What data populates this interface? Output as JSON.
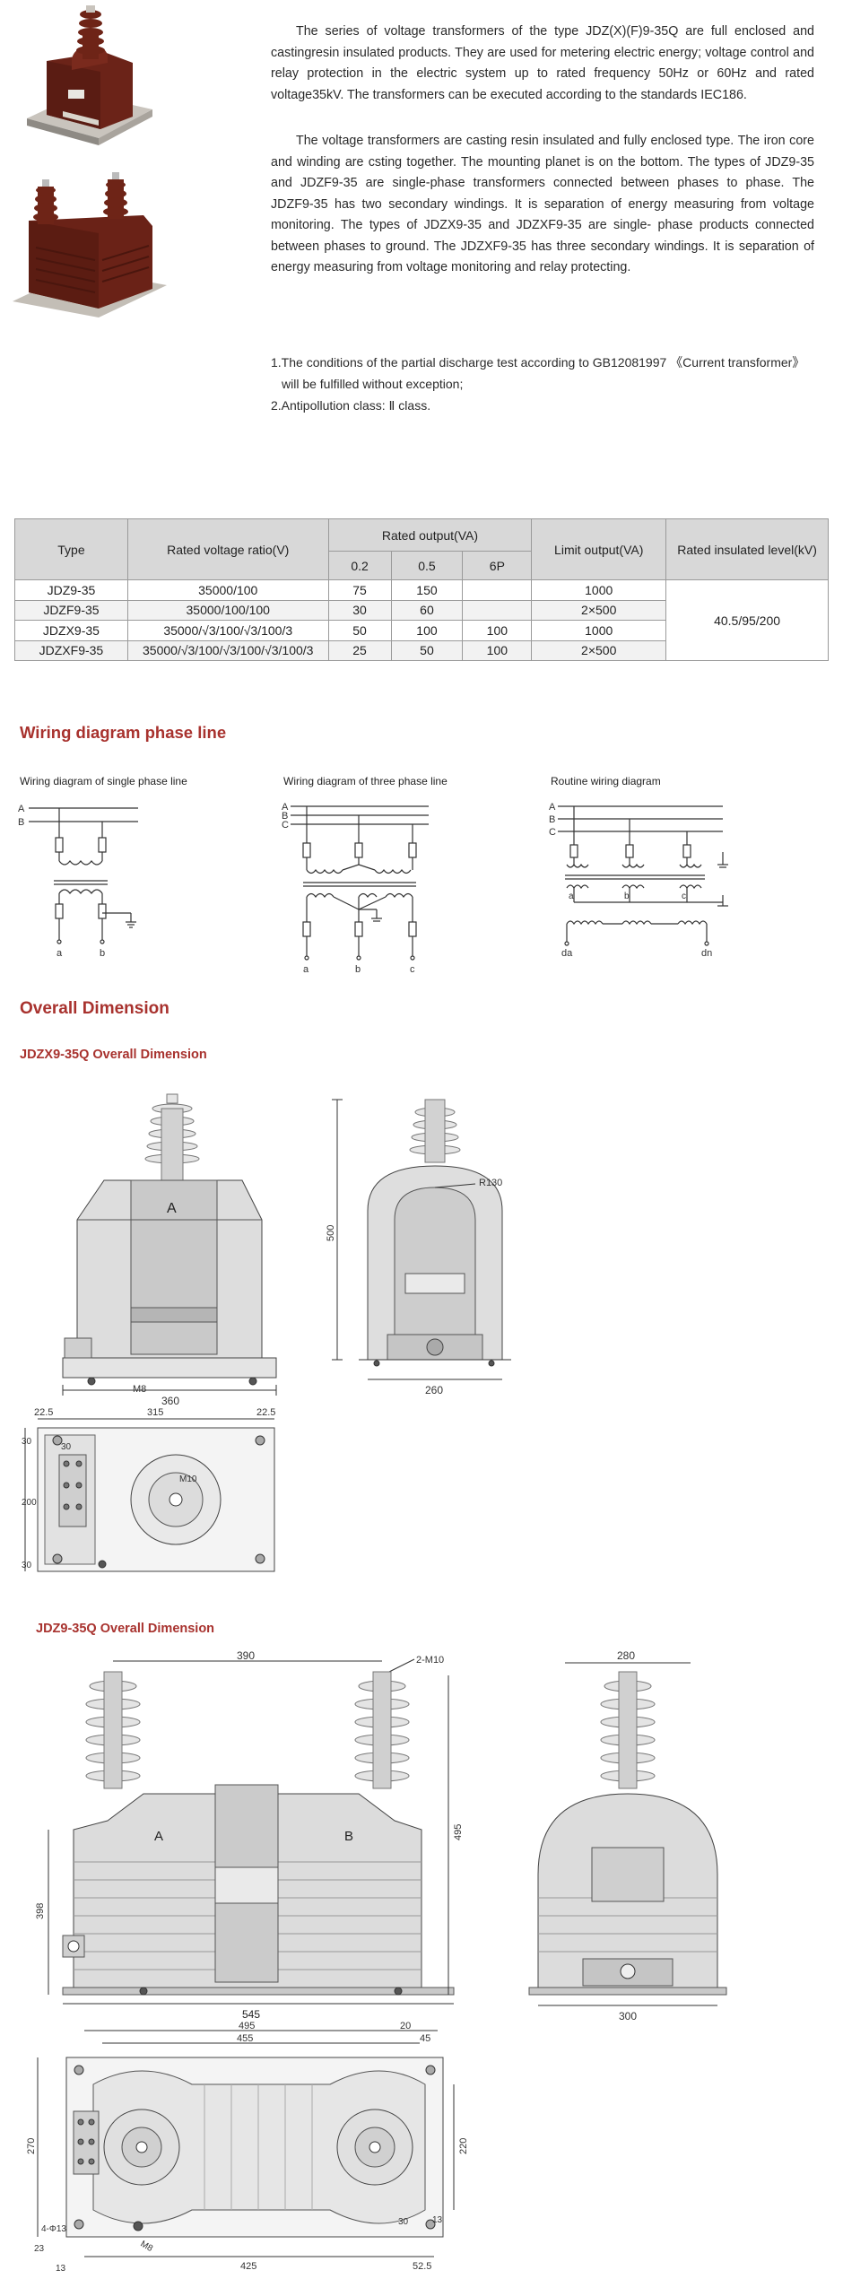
{
  "intro": {
    "para1": "The series of voltage transformers of the type JDZ(X)(F)9-35Q are full enclosed and castingresin insulated products. They are used for metering electric energy; voltage control and relay protection in the electric system up to rated frequency 50Hz or 60Hz and rated voltage35kV. The transformers can be executed according to the standards IEC186.",
    "para2": "The voltage transformers are casting resin insulated and fully enclosed type. The iron core and winding are csting together. The mounting planet is on the bottom. The types of JDZ9-35 and JDZF9-35 are single-phase transformers connected between phases to phase. The JDZF9-35 has two secondary windings. It is separation of energy measuring from voltage monitoring. The types of JDZX9-35 and JDZXF9-35 are single- phase products connected between phases to ground. The JDZXF9-35 has three secondary windings. It is separation of energy measuring from voltage monitoring and relay protecting.",
    "note1a": "1.The conditions of the partial discharge test according to GB12081997 《Current transformer》",
    "note1b": "will be fulfilled without exception;",
    "note2": "2.Antipollution class: Ⅱ class."
  },
  "table": {
    "headers": {
      "type": "Type",
      "ratio": "Rated voltage ratio(V)",
      "output": "Rated output(VA)",
      "limit": "Limit output(VA)",
      "insulated": "Rated insulated level(kV)",
      "c02": "0.2",
      "c05": "0.5",
      "c6p": "6P"
    },
    "rows": [
      {
        "type": "JDZ9-35",
        "ratio": "35000/100",
        "c02": "75",
        "c05": "150",
        "c6p": "",
        "limit": "1000"
      },
      {
        "type": "JDZF9-35",
        "ratio": "35000/100/100",
        "c02": "30",
        "c05": "60",
        "c6p": "",
        "limit": "2×500"
      },
      {
        "type": "JDZX9-35",
        "ratio": "35000/√3/100/√3/100/3",
        "c02": "50",
        "c05": "100",
        "c6p": "100",
        "limit": "1000"
      },
      {
        "type": "JDZXF9-35",
        "ratio": "35000/√3/100/√3/100/√3/100/3",
        "c02": "25",
        "c05": "50",
        "c6p": "100",
        "limit": "2×500"
      }
    ],
    "insulated_value": "40.5/95/200"
  },
  "wiring": {
    "title": "Wiring diagram phase line",
    "single": "Wiring diagram of single phase line",
    "three": "Wiring diagram of three phase line",
    "routine": "Routine wiring diagram",
    "labels": {
      "A": "A",
      "B": "B",
      "C": "C",
      "a": "a",
      "b": "b",
      "c": "c",
      "da": "da",
      "dn": "dn"
    }
  },
  "overall": {
    "title": "Overall Dimension",
    "jdzx_title": "JDZX9-35Q Overall Dimension",
    "jdz_title": "JDZ9-35Q Overall Dimension",
    "jdzx_dims": {
      "r": "R130",
      "h": "500",
      "w": "360",
      "d": "260",
      "m8": "M8",
      "p1": "22.5",
      "p2": "315",
      "p3": "22.5",
      "v1": "30",
      "v2": "200",
      "v3": "30",
      "m10": "M10",
      "s30": "30",
      "A": "A"
    },
    "jdz_dims": {
      "top": "390",
      "bolt": "2-M10",
      "side": "280",
      "h1": "398",
      "h2": "495",
      "w1": "545",
      "w2": "300",
      "b1": "495",
      "b2": "20",
      "b3": "455",
      "b4": "45",
      "v1": "270",
      "v2": "220",
      "holes": "4-Φ13",
      "s13": "13",
      "s30": "30",
      "s23": "23",
      "s13b": "13",
      "b5": "425",
      "b6": "52.5",
      "m8": "M8",
      "A": "A",
      "B": "B"
    }
  }
}
